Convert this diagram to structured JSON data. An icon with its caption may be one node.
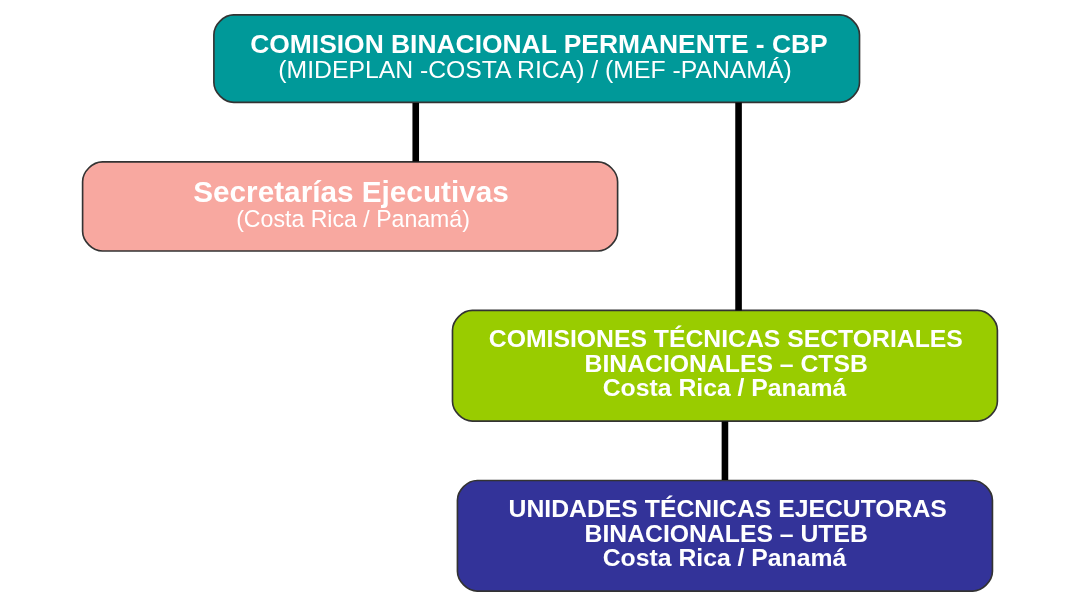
{
  "diagram": {
    "nodes": [
      {
        "text": [
          "COMISION BINACIONAL PERMANENTE - CBP",
          "(MIDEPLAN -COSTA RICA) / (MEF -PANAMÁ)"
        ]
      },
      {
        "text": [
          "Secretarías Ejecutivas",
          "(Costa Rica / Panamá)"
        ]
      },
      {
        "text": [
          "COMISIONES TÉCNICAS SECTORIALES BINACIONALES – CTSB",
          "Costa Rica / Panamá"
        ]
      },
      {
        "text": [
          "UNIDADES TÉCNICAS EJECUTORAS BINACIONALES – UTEB",
          "Costa Rica / Panamá"
        ]
      }
    ],
    "edges": [
      {
        "from": 0,
        "to": 1,
        "arrow": "none"
      },
      {
        "from": 0,
        "to": 2,
        "arrow": "none"
      },
      {
        "from": 2,
        "to": 3,
        "arrow": "none"
      }
    ]
  }
}
